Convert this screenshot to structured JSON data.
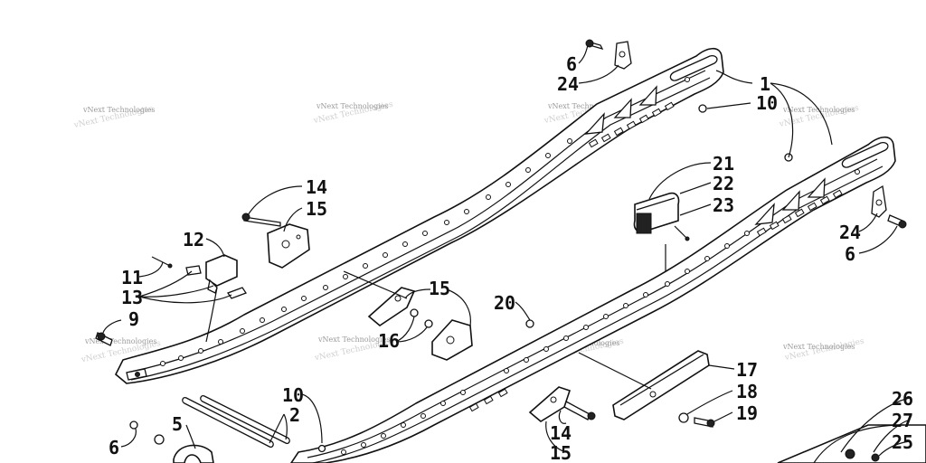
{
  "callouts": [
    {
      "id": "c6a",
      "text": "6"
    },
    {
      "id": "c24a",
      "text": "24"
    },
    {
      "id": "c1",
      "text": "1"
    },
    {
      "id": "c10a",
      "text": "10"
    },
    {
      "id": "c21",
      "text": "21"
    },
    {
      "id": "c22",
      "text": "22"
    },
    {
      "id": "c23",
      "text": "23"
    },
    {
      "id": "c24b",
      "text": "24"
    },
    {
      "id": "c6b",
      "text": "6"
    },
    {
      "id": "c14a",
      "text": "14"
    },
    {
      "id": "c15a",
      "text": "15"
    },
    {
      "id": "c12",
      "text": "12"
    },
    {
      "id": "c11",
      "text": "11"
    },
    {
      "id": "c13",
      "text": "13"
    },
    {
      "id": "c9",
      "text": "9"
    },
    {
      "id": "c15b",
      "text": "15"
    },
    {
      "id": "c16",
      "text": "16"
    },
    {
      "id": "c20",
      "text": "20"
    },
    {
      "id": "c17",
      "text": "17"
    },
    {
      "id": "c18",
      "text": "18"
    },
    {
      "id": "c19",
      "text": "19"
    },
    {
      "id": "c10b",
      "text": "10"
    },
    {
      "id": "c2",
      "text": "2"
    },
    {
      "id": "c5",
      "text": "5"
    },
    {
      "id": "c6c",
      "text": "6"
    },
    {
      "id": "c14b",
      "text": "14"
    },
    {
      "id": "c15c",
      "text": "15"
    },
    {
      "id": "c26",
      "text": "26"
    },
    {
      "id": "c27",
      "text": "27"
    },
    {
      "id": "c25",
      "text": "25"
    }
  ],
  "watermark_text": "vNext Technologies",
  "colors": {
    "ink": "#111111",
    "watermark": "#9a9a9a",
    "background": "#ffffff"
  }
}
